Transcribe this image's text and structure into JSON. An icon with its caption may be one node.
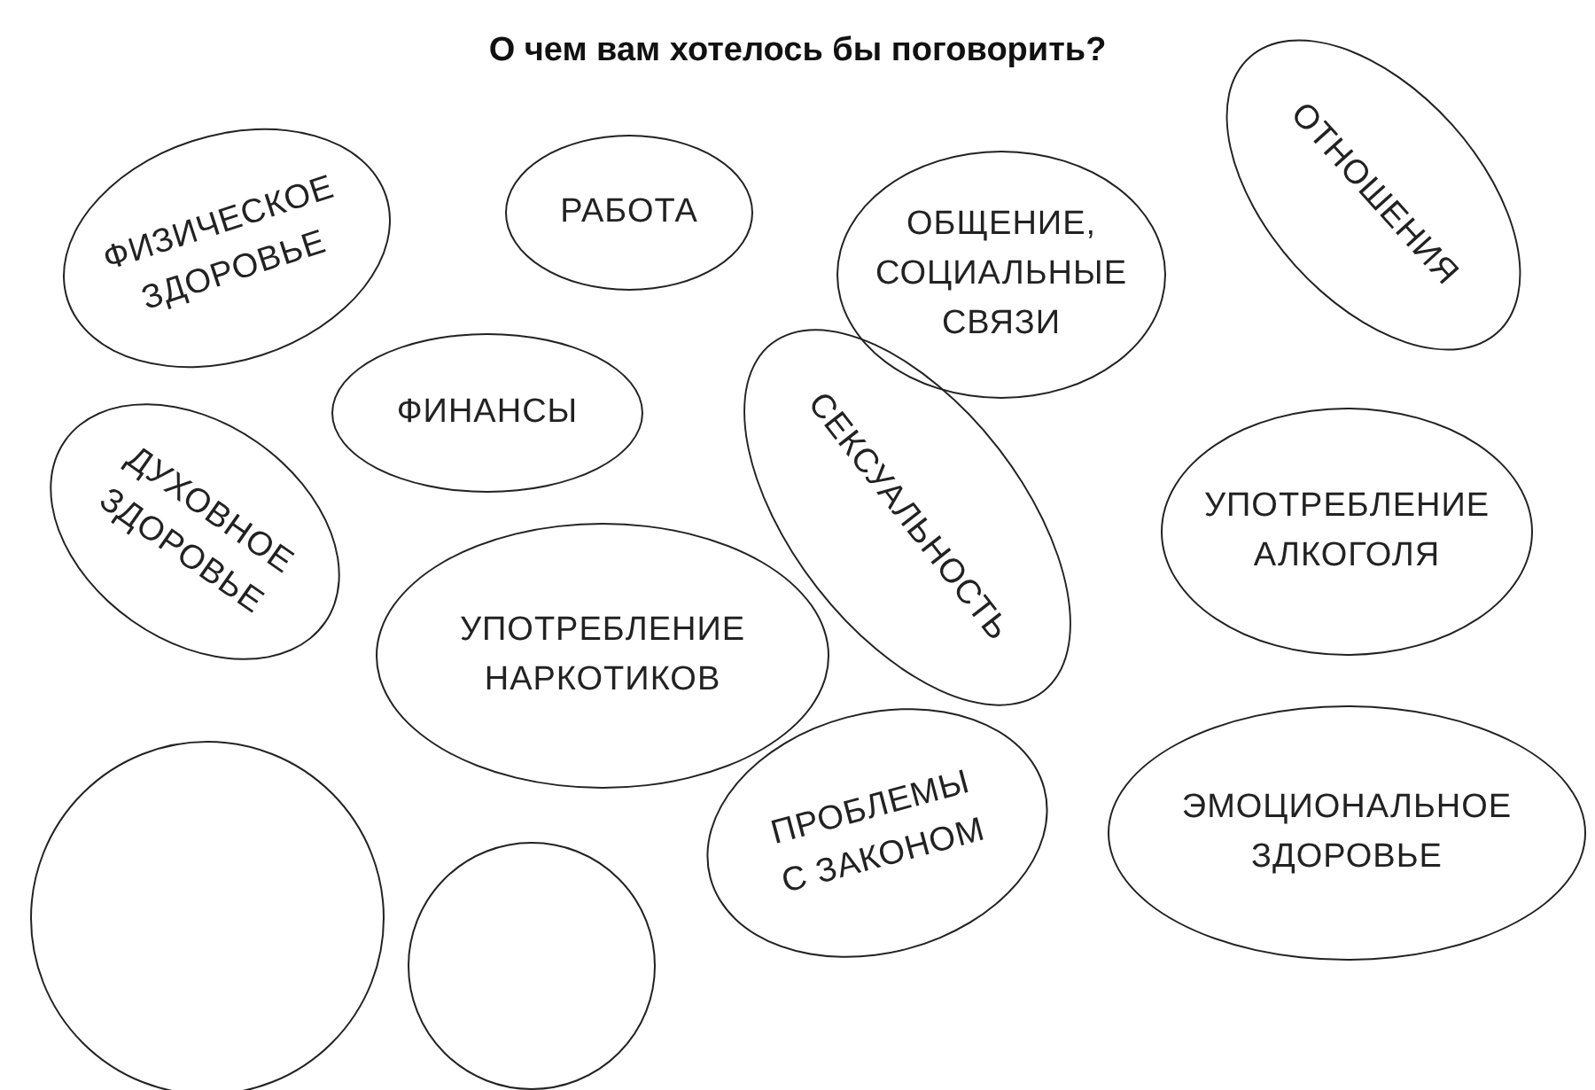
{
  "diagram": {
    "title": "О чем вам хотелось бы поговорить?",
    "nodes": [
      {
        "text": [
          "ФИЗИЧЕСКОЕ ЗДОРОВЬЕ"
        ]
      },
      {
        "text": [
          "РАБОТА"
        ]
      },
      {
        "text": [
          "ОБЩЕНИЕ, СОЦИАЛЬНЫЕ СВЯЗИ"
        ]
      },
      {
        "text": [
          "ОТНОШЕНИЯ"
        ]
      },
      {
        "text": [
          "ФИНАНСЫ"
        ]
      },
      {
        "text": [
          "СЕКСУАЛЬНОСТЬ"
        ]
      },
      {
        "text": [
          "ДУХОВНОЕ ЗДОРОВЬЕ"
        ]
      },
      {
        "text": [
          "УПОТРЕБЛЕНИЕ АЛКОГОЛЯ"
        ]
      },
      {
        "text": [
          "УПОТРЕБЛЕНИЕ НАРКОТИКОВ"
        ]
      },
      {
        "text": [],
        "shape": "circle"
      },
      {
        "text": [
          "ПРОБЛЕМЫ С ЗАКОНОМ"
        ]
      },
      {
        "text": [
          "ЭМОЦИОНАЛЬНОЕ ЗДОРОВЬЕ"
        ]
      },
      {
        "text": [],
        "shape": "circle"
      }
    ]
  }
}
